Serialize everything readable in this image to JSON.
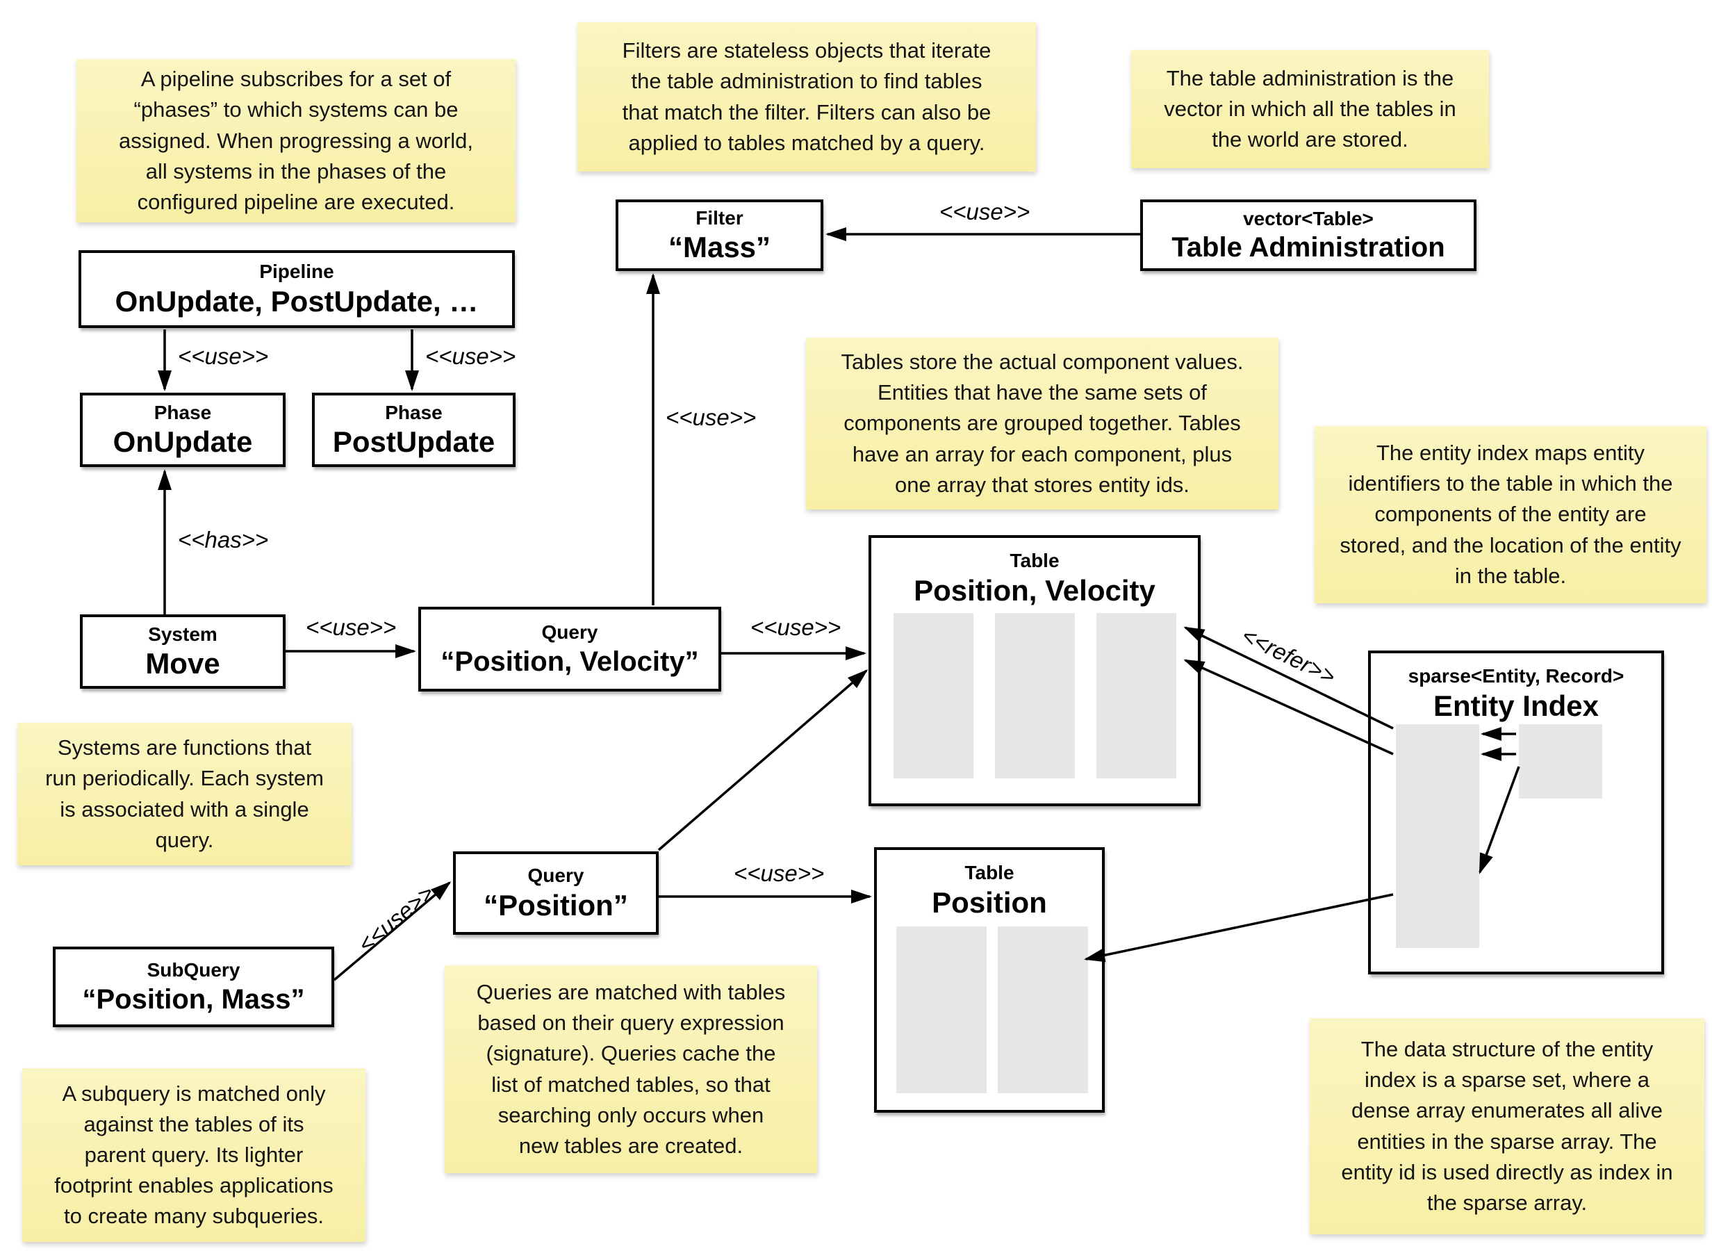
{
  "notes": {
    "pipeline": "A pipeline subscribes for a set of\n“phases” to which systems can be\nassigned. When progressing a world,\nall systems in the phases of the\nconfigured pipeline are executed.",
    "filters": "Filters are stateless objects that iterate\nthe table administration to find tables\nthat match the filter. Filters can also be\napplied to tables matched by a query.",
    "table_administration": "The table administration is the\nvector in which all the tables in\nthe world are stored.",
    "tables": "Tables store the actual component values.\nEntities that have the same sets of\ncomponents are grouped together. Tables\nhave an array for each component, plus\none array that stores entity ids.",
    "entity_index": "The entity index maps entity\nidentifiers to the table in which the\ncomponents of the entity are\nstored, and the location of the entity\nin the table.",
    "systems": "Systems are functions that\nrun periodically. Each system\nis associated with a single\nquery.",
    "queries": "Queries are matched with tables\nbased on their query expression\n(signature). Queries cache the\nlist of matched tables, so that\nsearching only occurs when\nnew tables are created.",
    "subquery": "A subquery is matched only\nagainst the tables of its\nparent query. Its lighter\nfootprint enables applications\nto create many subqueries.",
    "sparse_set": "The data structure of the entity\nindex is a sparse set, where a\ndense array enumerates all alive\nentities in the sparse array. The\nentity id is used directly as index in\nthe sparse array."
  },
  "boxes": {
    "pipeline": {
      "stereotype": "Pipeline",
      "name": "OnUpdate, PostUpdate, …"
    },
    "phase_onupdate": {
      "stereotype": "Phase",
      "name": "OnUpdate"
    },
    "phase_postupdate": {
      "stereotype": "Phase",
      "name": "PostUpdate"
    },
    "system_move": {
      "stereotype": "System",
      "name": "Move"
    },
    "query_position_velocity": {
      "stereotype": "Query",
      "name": "“Position, Velocity”"
    },
    "filter_mass": {
      "stereotype": "Filter",
      "name": "“Mass”"
    },
    "table_administration": {
      "stereotype": "vector<Table>",
      "name": "Table Administration"
    },
    "table_position_velocity": {
      "stereotype": "Table",
      "name": "Position, Velocity"
    },
    "table_position": {
      "stereotype": "Table",
      "name": "Position"
    },
    "query_position": {
      "stereotype": "Query",
      "name": "“Position”"
    },
    "subquery_position_mass": {
      "stereotype": "SubQuery",
      "name": "“Position, Mass”"
    },
    "entity_index": {
      "stereotype": "sparse<Entity, Record>",
      "name": "Entity Index"
    }
  },
  "edge_labels": {
    "use": "<<use>>",
    "has": "<<has>>",
    "refer": "<<refer>>"
  },
  "colors": {
    "note_background": "#f8f0a8",
    "box_background": "#ffffff",
    "border_and_lines": "#000000",
    "array_fill": "#e6e6e6",
    "canvas_background": "#ffffff"
  }
}
